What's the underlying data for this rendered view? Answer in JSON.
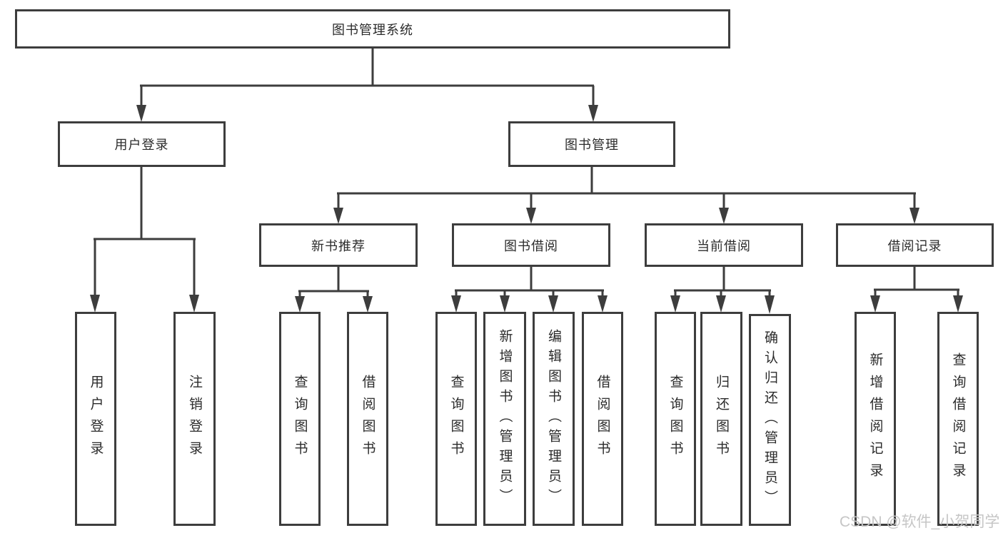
{
  "colors": {
    "line": "#3d3d3d",
    "node_border": "#3d3d3d",
    "text": "#2b2b2b",
    "watermark": "#c6c6c6",
    "background": "#ffffff"
  },
  "watermark": {
    "text": "CSDN @软件_小贺同学"
  },
  "tree": {
    "label": "图书管理系统",
    "children": [
      {
        "label": "用户登录",
        "children": [
          {
            "label": "用户登录"
          },
          {
            "label": "注销登录"
          }
        ]
      },
      {
        "label": "图书管理",
        "children": [
          {
            "label": "新书推荐",
            "children": [
              {
                "label": "查询图书"
              },
              {
                "label": "借阅图书"
              }
            ]
          },
          {
            "label": "图书借阅",
            "children": [
              {
                "label": "查询图书"
              },
              {
                "label": "新增图书（管理员）"
              },
              {
                "label": "编辑图书（管理员）"
              },
              {
                "label": "借阅图书"
              }
            ]
          },
          {
            "label": "当前借阅",
            "children": [
              {
                "label": "查询图书"
              },
              {
                "label": "归还图书"
              },
              {
                "label": "确认归还（管理员）"
              }
            ]
          },
          {
            "label": "借阅记录",
            "children": [
              {
                "label": "新增借阅记录"
              },
              {
                "label": "查询借阅记录"
              }
            ]
          }
        ]
      }
    ]
  }
}
